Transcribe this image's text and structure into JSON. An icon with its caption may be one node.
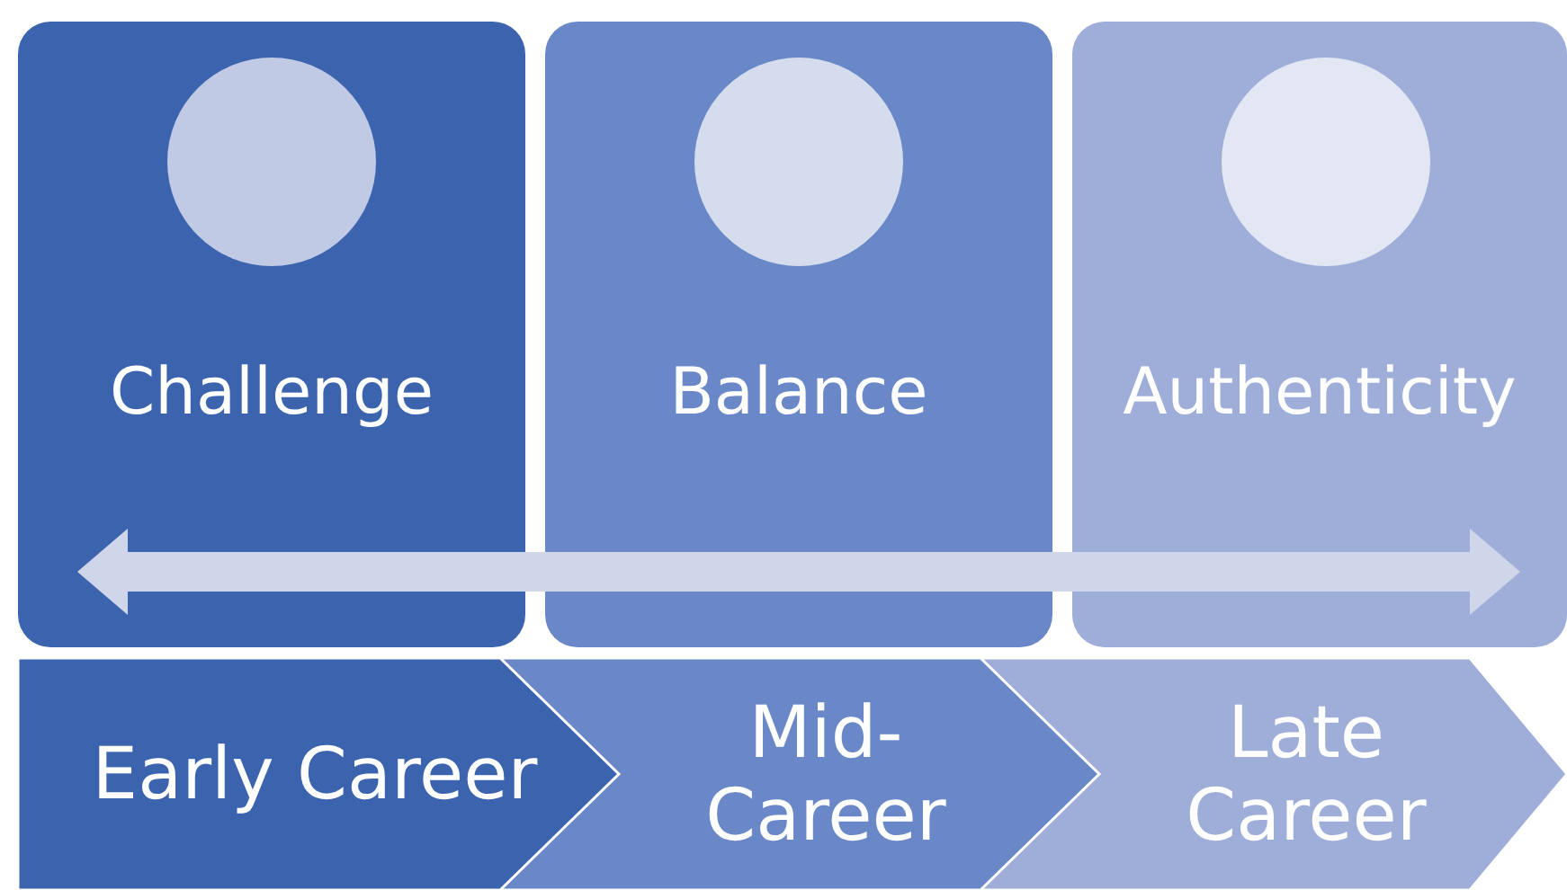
{
  "diagram": {
    "nodes": [
      {
        "text": [
          "Challenge"
        ]
      },
      {
        "text": [],
        "shape": "circle",
        "in": 0
      },
      {
        "text": [
          "Balance"
        ]
      },
      {
        "text": [],
        "shape": "circle",
        "in": 2
      },
      {
        "text": [
          "Authenticity"
        ]
      },
      {
        "text": [],
        "shape": "circle",
        "in": 4
      },
      {
        "text": [
          "Early Career"
        ]
      },
      {
        "text": [
          "Mid- Career"
        ]
      },
      {
        "text": [
          "Late Career"
        ]
      }
    ]
  }
}
